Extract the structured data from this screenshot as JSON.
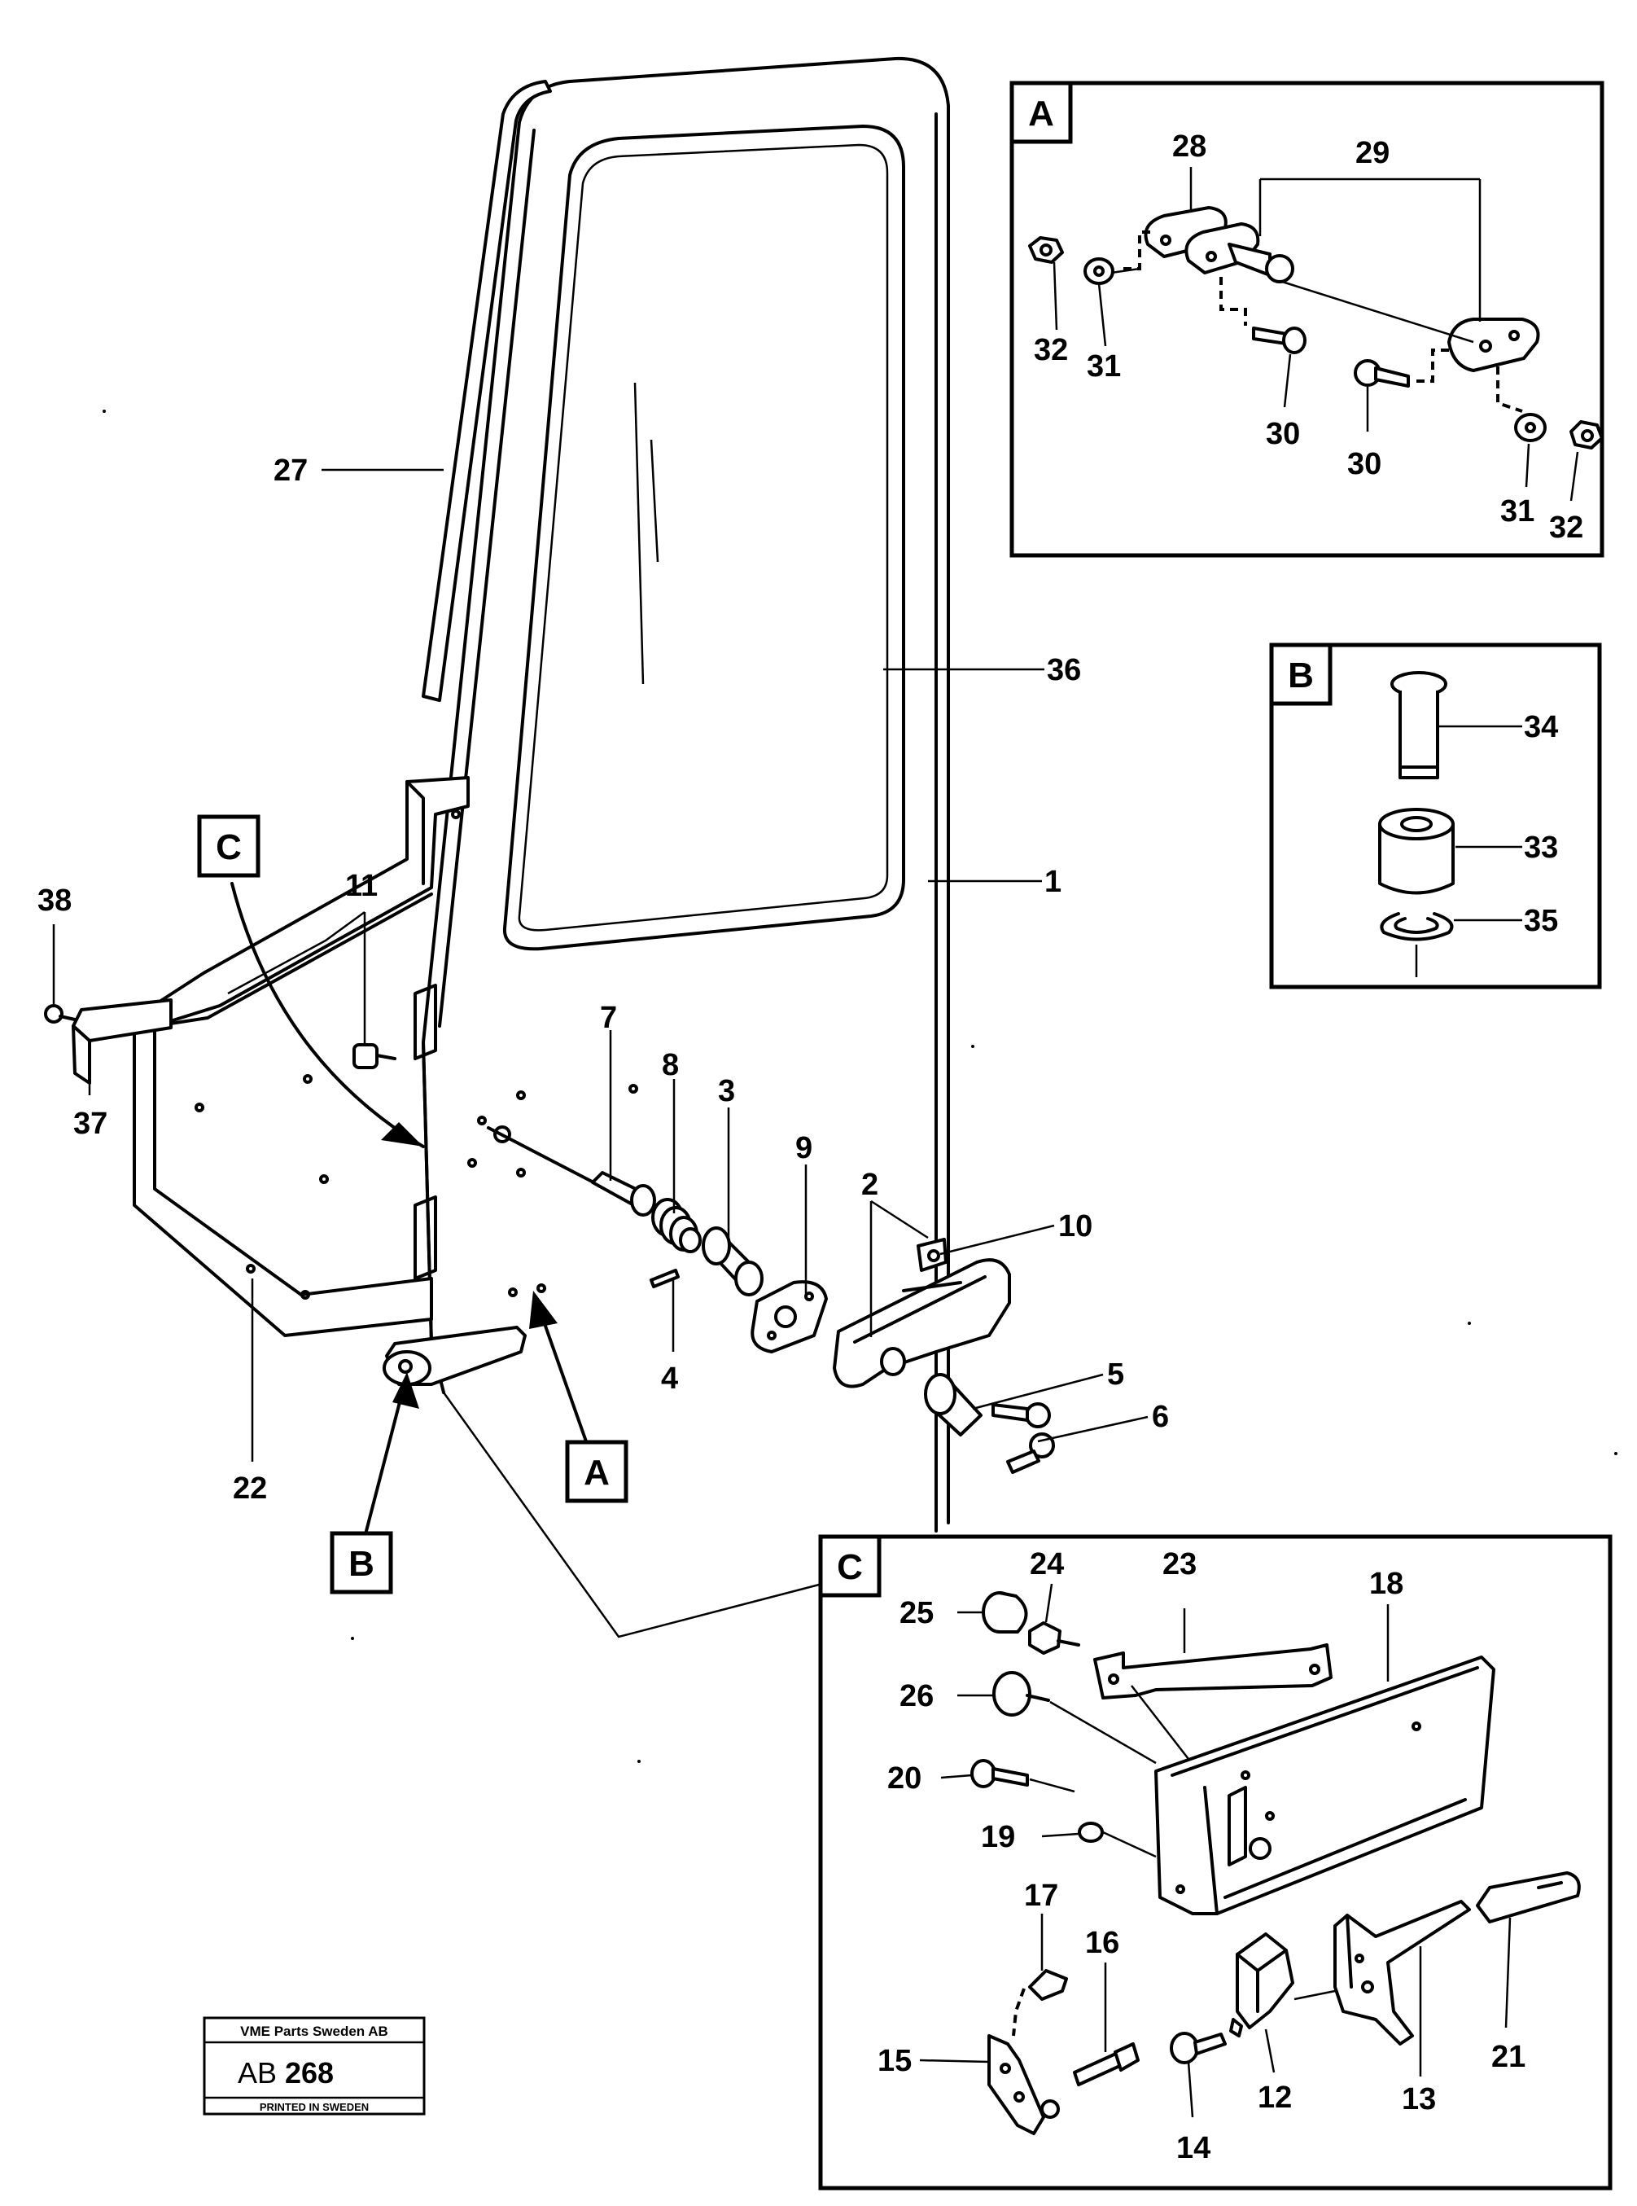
{
  "callouts": {
    "c1": "1",
    "c2": "2",
    "c3": "3",
    "c4": "4",
    "c5": "5",
    "c6": "6",
    "c7": "7",
    "c8": "8",
    "c9": "9",
    "c10": "10",
    "c11": "11",
    "c12": "12",
    "c13": "13",
    "c14": "14",
    "c15": "15",
    "c16": "16",
    "c17": "17",
    "c18": "18",
    "c19": "19",
    "c20": "20",
    "c21": "21",
    "c22": "22",
    "c23": "23",
    "c24": "24",
    "c25": "25",
    "c26": "26",
    "c27": "27",
    "c28": "28",
    "c29": "29",
    "c30a": "30",
    "c30b": "30",
    "c31a": "31",
    "c31b": "31",
    "c32a": "32",
    "c32b": "32",
    "c33": "33",
    "c34": "34",
    "c35": "35",
    "c36": "36",
    "c37": "37",
    "c38": "38"
  },
  "detail_letters": {
    "main_c": "C",
    "main_a": "A",
    "main_b": "B",
    "inset_a": "A",
    "inset_b": "B",
    "inset_c": "C"
  },
  "stamp": {
    "company": "VME Parts Sweden AB",
    "code_prefix": "AB",
    "code_number": "268",
    "printed": "PRINTED IN SWEDEN"
  }
}
